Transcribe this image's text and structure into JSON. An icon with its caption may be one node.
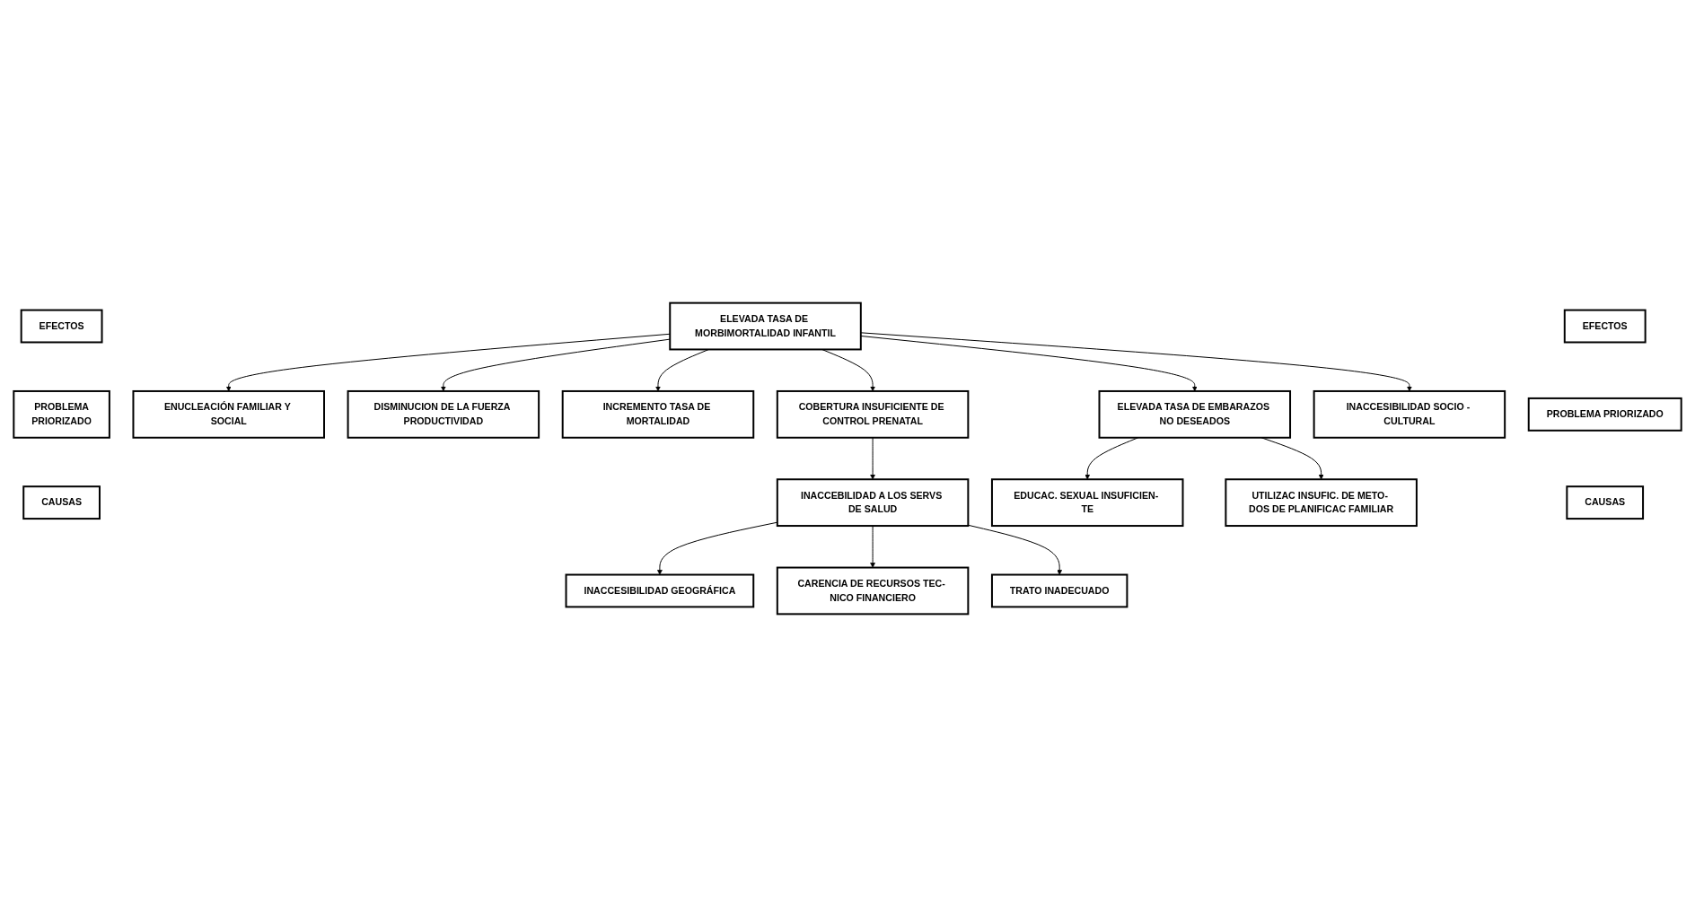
{
  "diagram": {
    "nodes": [
      {
        "text": [
          "EFECTOS"
        ]
      },
      {
        "text": [
          "ENUCLEACIÓN FAMILIAR Y SOCIAL"
        ]
      },
      {
        "text": [
          "DISMINUCION DE LA FUERZA PRODUCTIVIDAD"
        ]
      },
      {
        "text": [
          "INCREMENTO TASA DE MORTALIDAD"
        ]
      },
      {
        "text": [
          "EFECTOS"
        ]
      },
      {
        "text": [
          "PROBLEMA",
          "PRIORIZADO"
        ]
      },
      {
        "text": [
          "ELEVADA TASA DE MORBIMORTALIDAD INFANTIL"
        ]
      },
      {
        "text": [
          "PROBLEMA PRIORIZADO"
        ]
      },
      {
        "text": [
          "ELEVADA TASA DE EMBARAZOS NO DESEADOS"
        ]
      },
      {
        "text": [
          "COBERTURA INSUFICIENTE DE CONTROL PRENATAL"
        ]
      },
      {
        "text": [
          "INACCESIBILIDAD SOCIO - CULTURAL"
        ]
      },
      {
        "text": [
          "CAUSAS"
        ]
      },
      {
        "text": [
          "CAUSAS"
        ]
      },
      {
        "text": [
          "INACCEBILIDAD A LOS SERVS DE SALUD"
        ]
      },
      {
        "text": [
          "EDUCAC. SEXUAL INSUFICIEN- TE"
        ]
      },
      {
        "text": [
          "UTILIZAC INSUFIC. DE METO- DOS DE PLANIFICAC FAMILIAR"
        ]
      },
      {
        "text": [
          "INACCESIBILIDAD GEOGRÁFICA"
        ]
      },
      {
        "text": [
          "CARENCIA DE RECURSOS TEC- NICO FINANCIERO"
        ]
      },
      {
        "text": [
          "TRATO INADECUADO"
        ]
      }
    ],
    "edges": [
      {
        "from": 6,
        "to": 1,
        "arrow": "to"
      },
      {
        "from": 6,
        "to": 2,
        "arrow": "to"
      },
      {
        "from": 6,
        "to": 3,
        "arrow": "to"
      },
      {
        "from": 6,
        "to": 8,
        "arrow": "to"
      },
      {
        "from": 6,
        "to": 9,
        "arrow": "to"
      },
      {
        "from": 6,
        "to": 10,
        "arrow": "to"
      },
      {
        "from": 8,
        "to": 14,
        "arrow": "to"
      },
      {
        "from": 8,
        "to": 15,
        "arrow": "to"
      },
      {
        "from": 9,
        "to": 13,
        "arrow": "to"
      },
      {
        "from": 13,
        "to": 16,
        "arrow": "to"
      },
      {
        "from": 13,
        "to": 17,
        "arrow": "to"
      },
      {
        "from": 13,
        "to": 18,
        "arrow": "to"
      }
    ]
  }
}
